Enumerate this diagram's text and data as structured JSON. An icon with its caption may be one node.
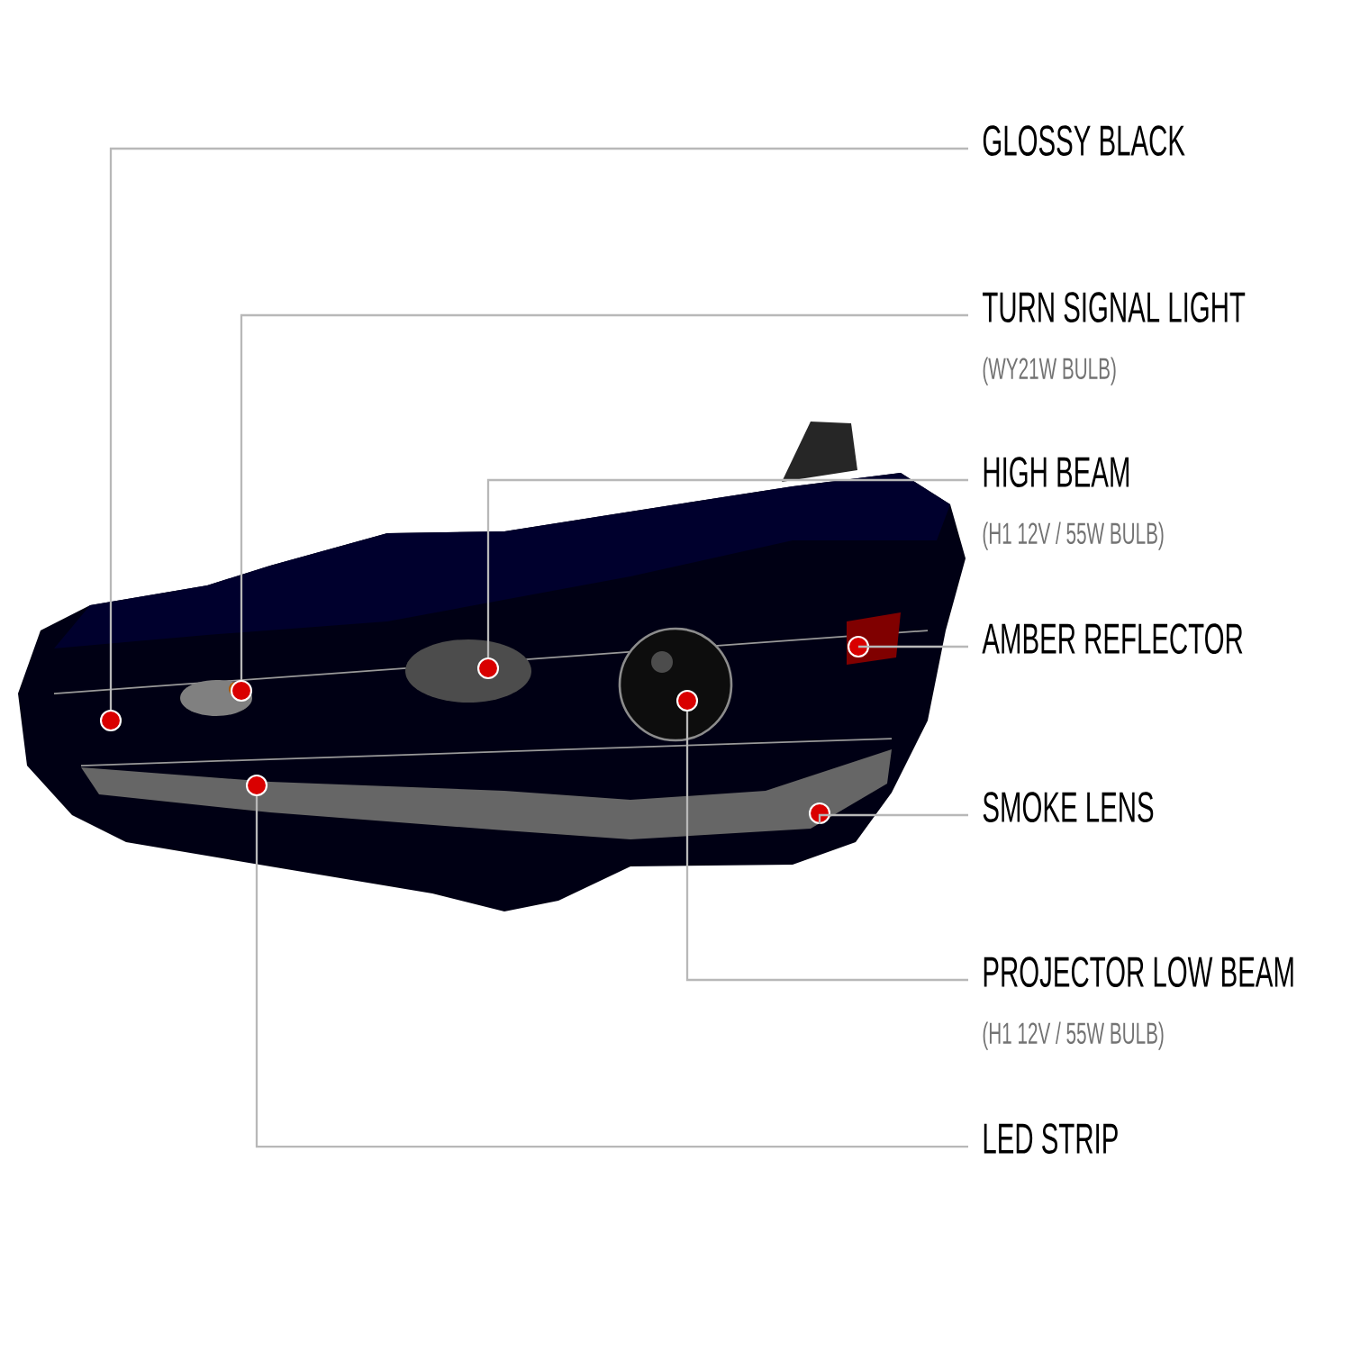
{
  "diagram": {
    "nodes": [
      {
        "text": [
          "GLOSSY BLACK"
        ]
      },
      {
        "text": [
          "TURN SIGNAL LIGHT",
          "(WY21W BULB)"
        ]
      },
      {
        "text": [
          "HIGH BEAM",
          "(H1 12V / 55W BULB)"
        ]
      },
      {
        "text": [
          "AMBER REFLECTOR"
        ]
      },
      {
        "text": [
          "SMOKE LENS"
        ]
      },
      {
        "text": [
          "PROJECTOR LOW BEAM",
          "(H1 12V / 55W BULB)"
        ]
      },
      {
        "text": [
          "LED STRIP"
        ]
      },
      {
        "text": [],
        "shape": "circle"
      },
      {
        "text": [],
        "shape": "circle"
      },
      {
        "text": [],
        "shape": "circle"
      },
      {
        "text": [],
        "shape": "circle"
      },
      {
        "text": [],
        "shape": "circle"
      },
      {
        "text": [],
        "shape": "circle"
      },
      {
        "text": [],
        "shape": "circle"
      }
    ],
    "edges": [
      {
        "from": 0,
        "to": 7,
        "arrow": "none"
      },
      {
        "from": 1,
        "to": 8,
        "arrow": "none"
      },
      {
        "from": 2,
        "to": 10,
        "arrow": "none"
      },
      {
        "from": 3,
        "to": 13,
        "arrow": "none"
      },
      {
        "from": 4,
        "to": 12,
        "arrow": "none"
      },
      {
        "from": 5,
        "to": 11,
        "arrow": "none"
      },
      {
        "from": 6,
        "to": 9,
        "arrow": "none"
      }
    ]
  }
}
